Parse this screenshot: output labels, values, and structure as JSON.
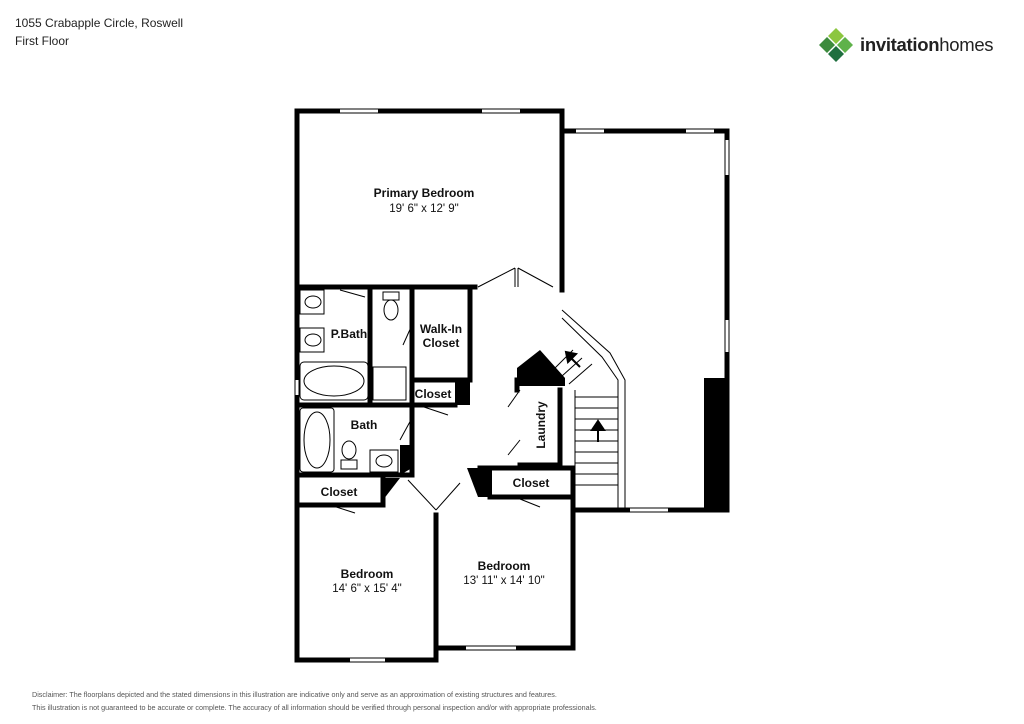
{
  "header": {
    "address": "1055 Crabapple Circle, Roswell",
    "floor": "First Floor"
  },
  "logo": {
    "brand_bold": "invitation",
    "brand_light": "homes",
    "colors": [
      "#3d8b3d",
      "#8cc63f",
      "#1f6f3f",
      "#5fb24a"
    ]
  },
  "rooms": {
    "primary_bedroom": {
      "name": "Primary Bedroom",
      "dims": "19' 6\" x 12' 9\""
    },
    "pbath": {
      "name": "P.Bath"
    },
    "walkin": {
      "name1": "Walk-In",
      "name2": "Closet"
    },
    "closet_small": {
      "name": "Closet"
    },
    "bath": {
      "name": "Bath"
    },
    "laundry": {
      "name": "Laundry"
    },
    "closet_left": {
      "name": "Closet"
    },
    "closet_right": {
      "name": "Closet"
    },
    "bedroom_left": {
      "name": "Bedroom",
      "dims": "14' 6\" x 15' 4\""
    },
    "bedroom_right": {
      "name": "Bedroom",
      "dims": "13' 11\" x 14' 10\""
    }
  },
  "disclaimer": {
    "line1": "Disclaimer: The floorplans depicted and the stated dimensions in this illustration are indicative only and serve as an approximation of existing structures and features.",
    "line2": "This illustration is not guaranteed to be accurate or complete. The accuracy of all information should be verified through personal inspection and/or with appropriate professionals."
  }
}
